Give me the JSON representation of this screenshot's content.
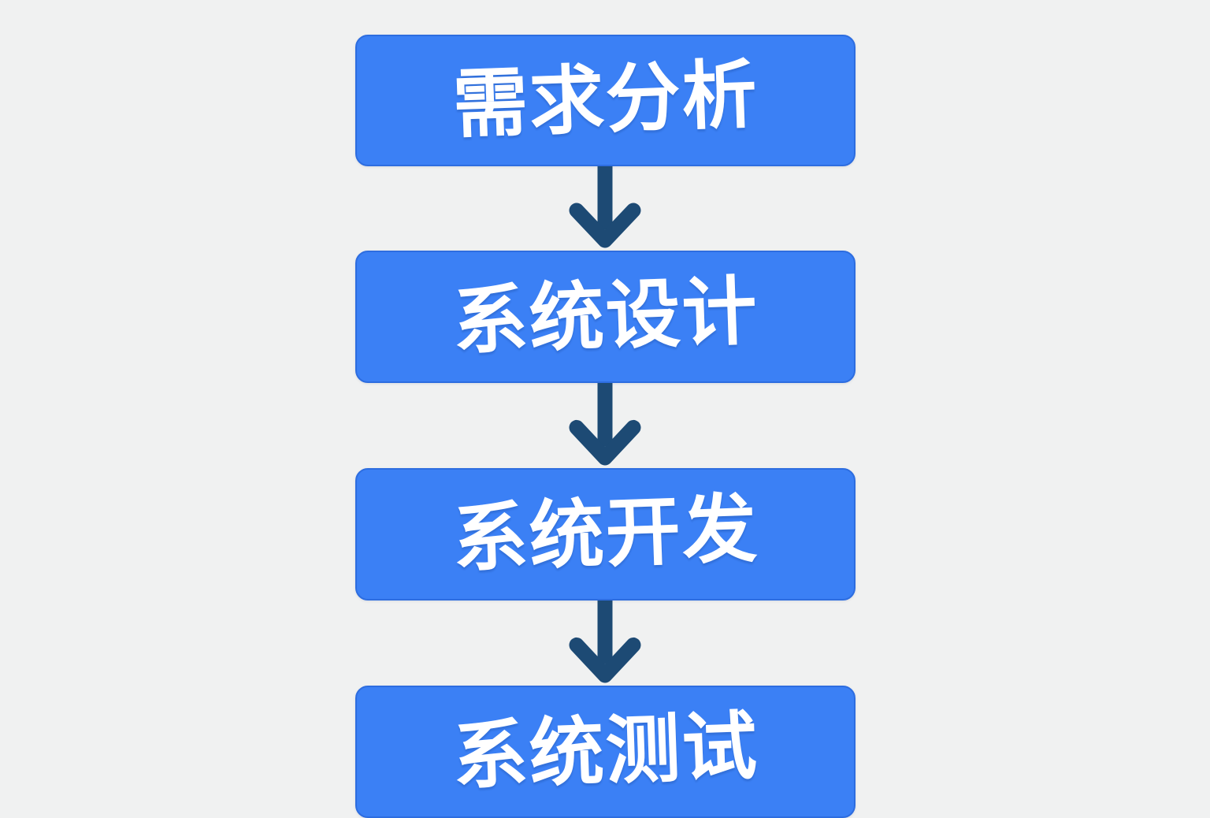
{
  "flowchart": {
    "type": "flowchart",
    "direction": "top-to-bottom",
    "steps": [
      {
        "label": "需求分析"
      },
      {
        "label": "系统设计"
      },
      {
        "label": "系统开发"
      },
      {
        "label": "系统测试"
      }
    ],
    "connectors": [
      {
        "from": 0,
        "to": 1,
        "shape": "down-arrow"
      },
      {
        "from": 1,
        "to": 2,
        "shape": "down-arrow"
      },
      {
        "from": 2,
        "to": 3,
        "shape": "down-arrow"
      }
    ],
    "colors": {
      "background": "#f0f1f1",
      "box_fill": "#3b80f5",
      "box_border": "#2d6de0",
      "box_text": "#ffffff",
      "arrow": "#1d4a74"
    }
  }
}
